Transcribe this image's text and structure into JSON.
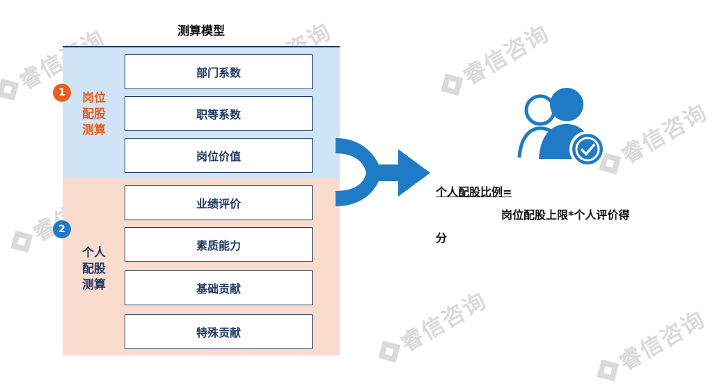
{
  "title": "测算模型",
  "sections": [
    {
      "number": "1",
      "label_lines": [
        "岗位",
        "配股",
        "测算"
      ],
      "color": "#e85e1c"
    },
    {
      "number": "2",
      "label_lines": [
        "个人",
        "配股",
        "测算"
      ],
      "number_color": "#1f7bc4",
      "label_color": "#1f3864"
    }
  ],
  "boxes": [
    "部门系数",
    "职等系数",
    "岗位价值",
    "业绩评价",
    "素质能力",
    "基础贡献",
    "特殊贡献"
  ],
  "formula": {
    "head": "个人配股比例=",
    "body": "岗位配股上限*个人评价得",
    "tail": "分"
  },
  "icons": {
    "arrow": "merge-arrow-icon",
    "user": "user-check-icon"
  },
  "watermark": "睿信咨询",
  "colors": {
    "blue_band": "#cfe5f7",
    "peach_band": "#f9dccd",
    "navy": "#1f3864",
    "accent_blue": "#1f7bc4"
  }
}
